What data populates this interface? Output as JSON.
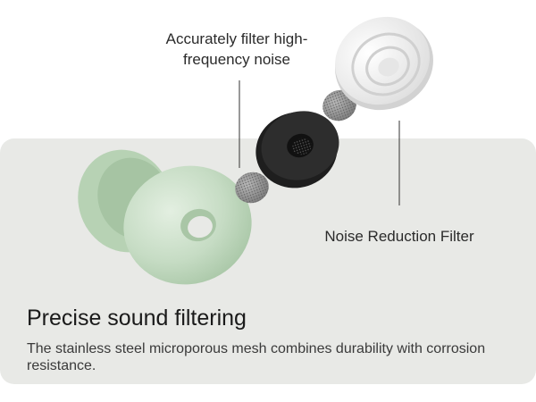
{
  "labels": {
    "mesh": "Accurately filter high-frequency noise",
    "filter": "Noise Reduction Filter"
  },
  "headline": "Precise sound filtering",
  "description": "The stainless steel microporous mesh combines durability with corrosion resistance.",
  "colors": {
    "panel": "#e8e9e6",
    "earplug": "#cfe2cd",
    "foam": "#262626",
    "cap": "#f4f4f4",
    "mesh": "#8f8f8f"
  },
  "icons": [
    "earplug-body",
    "mesh-filter",
    "foam-ring",
    "filter-cap"
  ]
}
